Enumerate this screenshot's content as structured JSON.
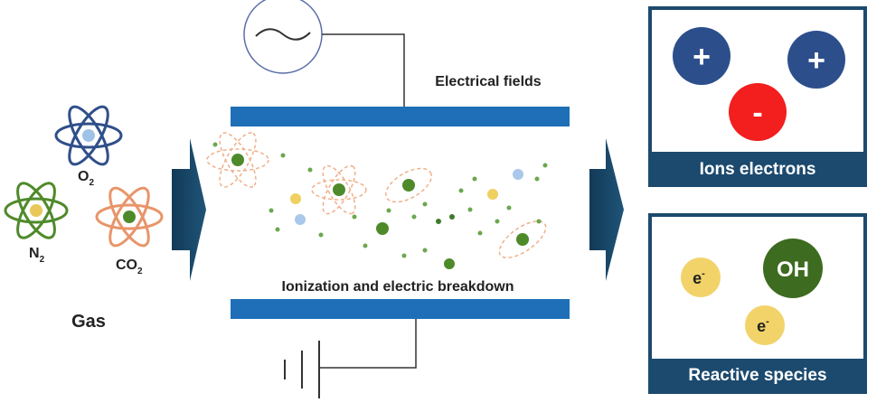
{
  "gas": {
    "label": "Gas",
    "molecules": [
      {
        "base": "O",
        "sub": "2",
        "color": "#2f4f8a"
      },
      {
        "base": "N",
        "sub": "2",
        "color": "#4f8a2a"
      },
      {
        "base": "CO",
        "sub": "2",
        "color": "#e8956a"
      }
    ]
  },
  "reactor": {
    "top_label": "Electrical fields",
    "bottom_label": "Ionization and electric breakdown",
    "plate_color": "#1f6fb8"
  },
  "products": {
    "ions_title": "Ions electrons",
    "ion_positive_symbol": "+",
    "ion_negative_symbol": "-",
    "reactive_title": "Reactive species",
    "oh_label": "OH",
    "electron_base": "e",
    "electron_sup": "-",
    "frame_color": "#1c4a6e",
    "arrow_color": "#16405f"
  }
}
